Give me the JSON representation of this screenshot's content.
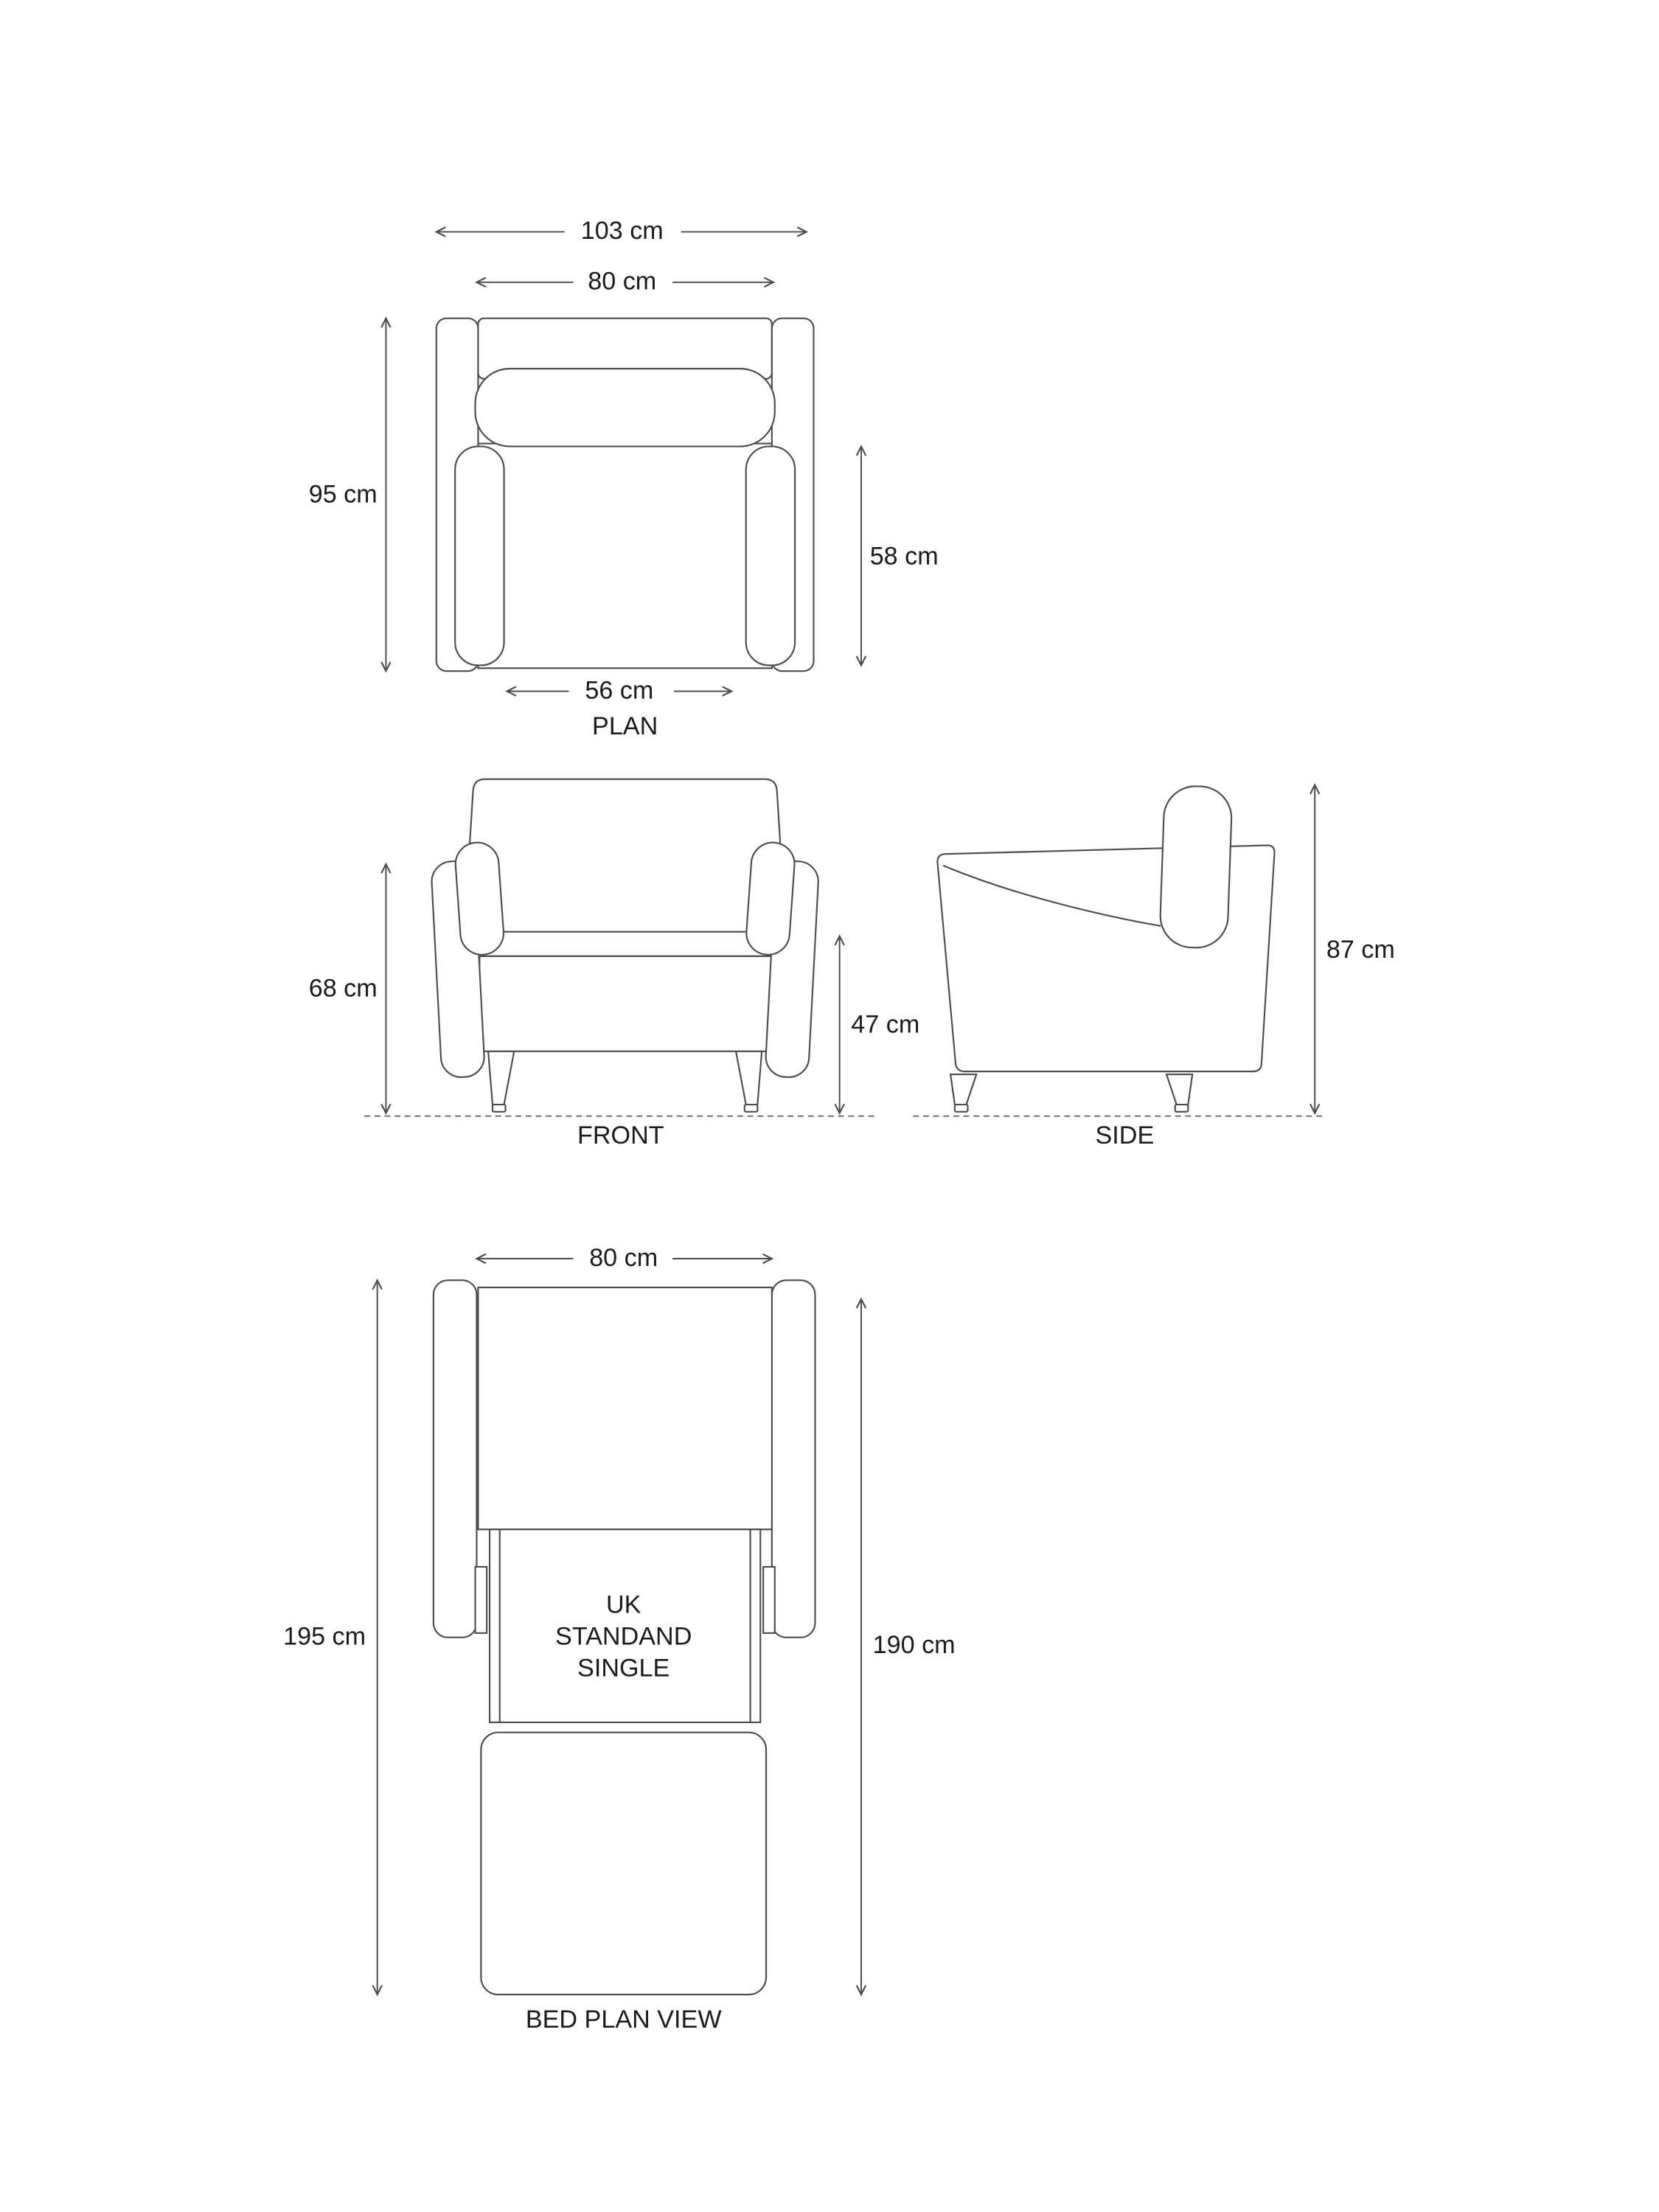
{
  "page": {
    "background_color": "#ffffff",
    "line_color": "#4d4d4d",
    "text_color": "#1c1c1c"
  },
  "views": {
    "plan": {
      "label": "PLAN",
      "dims": {
        "overall_width": "103 cm",
        "inner_width": "80 cm",
        "depth": "95 cm",
        "seat_depth": "58 cm",
        "seat_width": "56 cm"
      }
    },
    "front": {
      "label": "FRONT",
      "dims": {
        "arm_height": "68 cm",
        "seat_height": "47 cm"
      }
    },
    "side": {
      "label": "SIDE",
      "dims": {
        "overall_height": "87 cm"
      }
    },
    "bed": {
      "label": "BED PLAN VIEW",
      "dims": {
        "bed_width": "80 cm",
        "overall_length": "195 cm",
        "mattress_length": "190 cm"
      },
      "note": {
        "line1": "UK",
        "line2": "STANDAND",
        "line3": "SINGLE"
      }
    }
  }
}
